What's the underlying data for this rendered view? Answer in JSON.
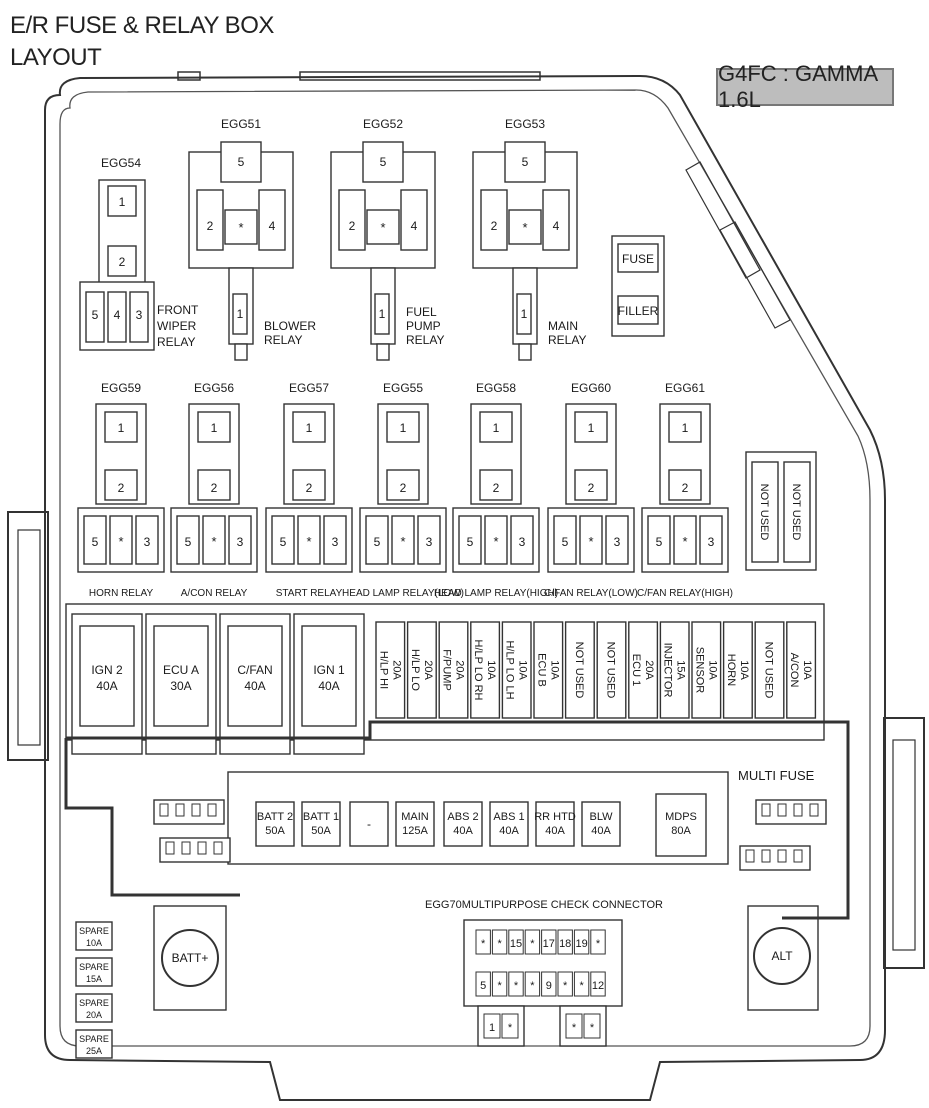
{
  "title": {
    "line1": "E/R FUSE & RELAY BOX",
    "line2": "LAYOUT"
  },
  "engine_badge": "G4FC : GAMMA 1.6L",
  "relays_top": [
    {
      "id": "EGG54",
      "label": [
        "FRONT",
        "WIPER",
        "RELAY"
      ],
      "pins": [
        "1",
        "2",
        "5",
        "4",
        "3"
      ]
    },
    {
      "id": "EGG51",
      "label": [
        "BLOWER",
        "RELAY"
      ],
      "pins": [
        "5",
        "2",
        "*",
        "4",
        "1"
      ]
    },
    {
      "id": "EGG52",
      "label": [
        "FUEL",
        "PUMP",
        "RELAY"
      ],
      "pins": [
        "5",
        "2",
        "*",
        "4",
        "1"
      ]
    },
    {
      "id": "EGG53",
      "label": [
        "MAIN",
        "RELAY"
      ],
      "pins": [
        "5",
        "2",
        "*",
        "4",
        "1"
      ]
    }
  ],
  "fuse_filler": {
    "top": "FUSE",
    "bottom": "FILLER"
  },
  "relays_mid": [
    {
      "id": "EGG59",
      "label": "HORN RELAY"
    },
    {
      "id": "EGG56",
      "label": "A/CON RELAY"
    },
    {
      "id": "EGG57",
      "label": "START RELAY"
    },
    {
      "id": "EGG55",
      "label": "HEAD LAMP RELAY(LOW)"
    },
    {
      "id": "EGG58",
      "label": "HEAD LAMP RELAY(HIGH)"
    },
    {
      "id": "EGG60",
      "label": "C/FAN RELAY(LOW)"
    },
    {
      "id": "EGG61",
      "label": "C/FAN RELAY(HIGH)"
    }
  ],
  "mid_relay_pins": {
    "top": "1",
    "mid": "2",
    "left": "5",
    "center": "*",
    "right": "3"
  },
  "not_used_pair": [
    "NOT USED",
    "NOT USED"
  ],
  "big_fuses": [
    {
      "name": "IGN 2",
      "amp": "40A"
    },
    {
      "name": "ECU A",
      "amp": "30A"
    },
    {
      "name": "C/FAN",
      "amp": "40A"
    },
    {
      "name": "IGN 1",
      "amp": "40A"
    }
  ],
  "mini_fuses": [
    {
      "name": "H/LP HI",
      "amp": "20A"
    },
    {
      "name": "H/LP LO",
      "amp": "20A"
    },
    {
      "name": "F/PUMP",
      "amp": "20A"
    },
    {
      "name": "H/LP LO RH",
      "amp": "10A"
    },
    {
      "name": "H/LP LO LH",
      "amp": "10A"
    },
    {
      "name": "ECU B",
      "amp": "10A"
    },
    {
      "name": "NOT USED",
      "amp": ""
    },
    {
      "name": "NOT USED",
      "amp": ""
    },
    {
      "name": "ECU 1",
      "amp": "20A"
    },
    {
      "name": "INJECTOR",
      "amp": "15A"
    },
    {
      "name": "SENSOR",
      "amp": "10A"
    },
    {
      "name": "HORN",
      "amp": "10A"
    },
    {
      "name": "NOT USED",
      "amp": ""
    },
    {
      "name": "A/CON",
      "amp": "10A"
    }
  ],
  "multi_fuse_label": "MULTI FUSE",
  "multi_fuses": [
    {
      "name": "BATT 2",
      "amp": "50A"
    },
    {
      "name": "BATT 1",
      "amp": "50A"
    },
    {
      "name": "-",
      "amp": ""
    },
    {
      "name": "MAIN",
      "amp": "125A"
    },
    {
      "name": "ABS 2",
      "amp": "40A"
    },
    {
      "name": "ABS 1",
      "amp": "40A"
    },
    {
      "name": "RR HTD",
      "amp": "40A"
    },
    {
      "name": "BLW",
      "amp": "40A"
    }
  ],
  "mdps": {
    "name": "MDPS",
    "amp": "80A"
  },
  "check_connector": {
    "label": "EGG70MULTIPURPOSE CHECK CONNECTOR",
    "row1": [
      "*",
      "*",
      "15",
      "*",
      "17",
      "18",
      "19",
      "*"
    ],
    "row2": [
      "5",
      "*",
      "*",
      "*",
      "9",
      "*",
      "*",
      "12"
    ],
    "row3_left": [
      "1",
      "*"
    ],
    "row3_right": [
      "*",
      "*"
    ]
  },
  "spares": [
    {
      "name": "SPARE",
      "amp": "10A"
    },
    {
      "name": "SPARE",
      "amp": "15A"
    },
    {
      "name": "SPARE",
      "amp": "20A"
    },
    {
      "name": "SPARE",
      "amp": "25A"
    }
  ],
  "terminals": {
    "batt": "BATT+",
    "alt": "ALT"
  }
}
